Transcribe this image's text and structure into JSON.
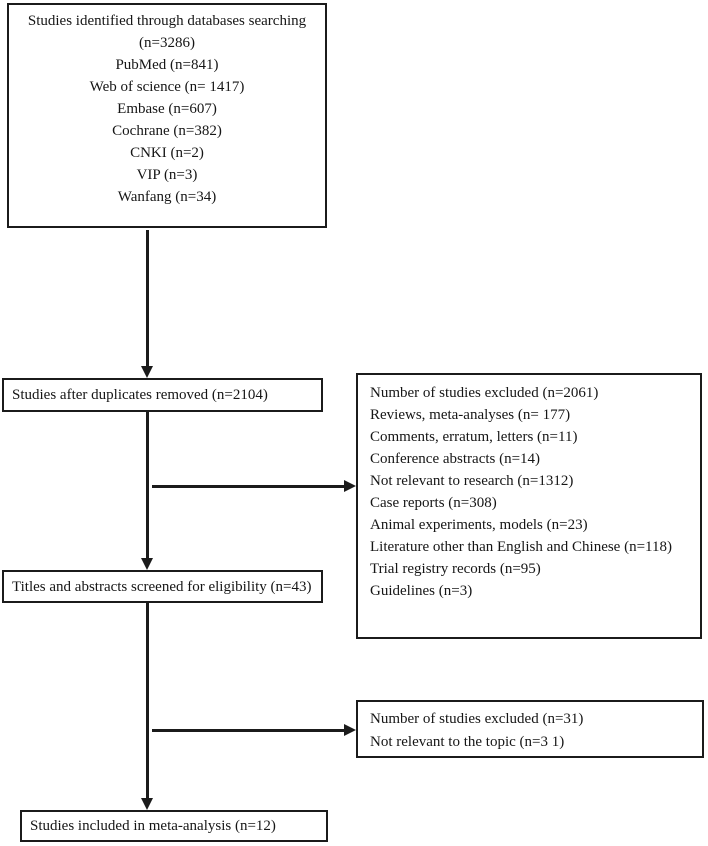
{
  "colors": {
    "background": "#ffffff",
    "border": "#1b1b1b",
    "text": "#161616"
  },
  "boxes": {
    "identified": {
      "lines": [
        "Studies identified through databases searching",
        "(n=3286)",
        "PubMed (n=841)",
        "Web of science (n= 1417)",
        "Embase (n=607)",
        "Cochrane (n=382)",
        "CNKI (n=2)",
        "VIP (n=3)",
        "Wanfang (n=34)"
      ]
    },
    "duplicates_removed": {
      "text": "Studies after duplicates removed (n=2104)"
    },
    "excluded_screening": {
      "lines": [
        "Number of studies excluded (n=2061)",
        "Reviews, meta-analyses (n= 177)",
        "Comments, erratum, letters (n=11)",
        "Conference abstracts (n=14)",
        "Not relevant to research (n=1312)",
        "Case reports (n=308)",
        "Animal experiments, models (n=23)",
        "Literature other than English and Chinese (n=118)",
        "Trial registry records (n=95)",
        "Guidelines (n=3)"
      ]
    },
    "screened": {
      "text": "Titles and abstracts screened for eligibility (n=43)"
    },
    "excluded_eligibility": {
      "lines": [
        "Number of studies excluded (n=31)",
        "Not relevant to the topic (n=3 1)"
      ]
    },
    "included": {
      "text": "Studies included in meta-analysis (n=12)"
    }
  }
}
